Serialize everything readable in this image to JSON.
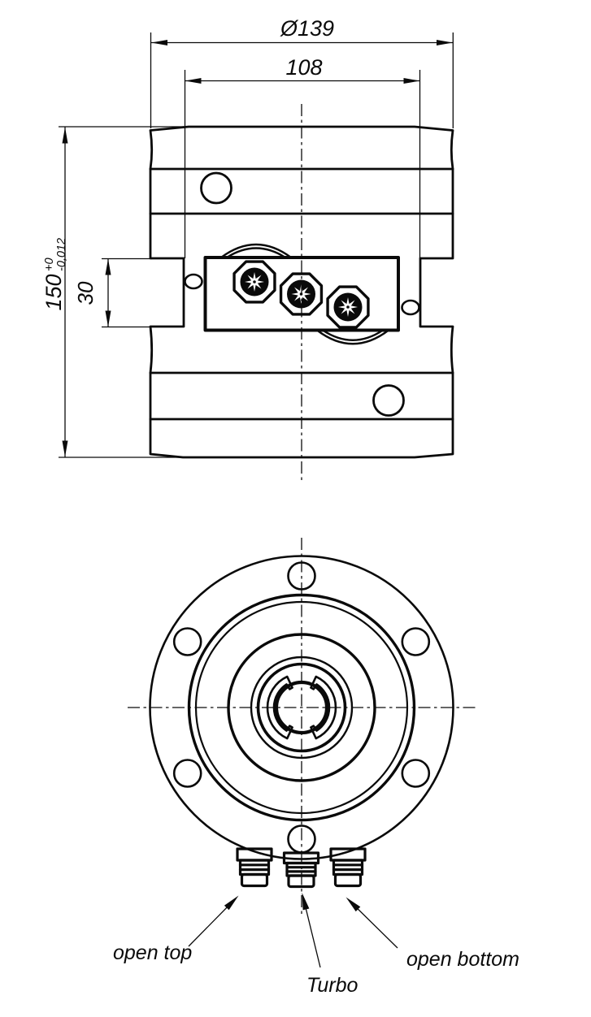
{
  "drawing": {
    "background": "#ffffff",
    "line_color": "#0a0a0a",
    "views": {
      "front": {
        "name": "front view (side elevation with connector block)"
      },
      "bottom": {
        "name": "bottom view (mounting flange with claw coupling)"
      }
    },
    "dimensions": {
      "diameter": {
        "label": "Ø139"
      },
      "width_inner": {
        "label": "108"
      },
      "height": {
        "label": "150",
        "tol_upper": "+0",
        "tol_lower": "-0,012"
      },
      "groove": {
        "label": "30"
      }
    },
    "connections": {
      "open_top": "open top",
      "turbo": "Turbo",
      "open_bottom": "open bottom"
    }
  }
}
